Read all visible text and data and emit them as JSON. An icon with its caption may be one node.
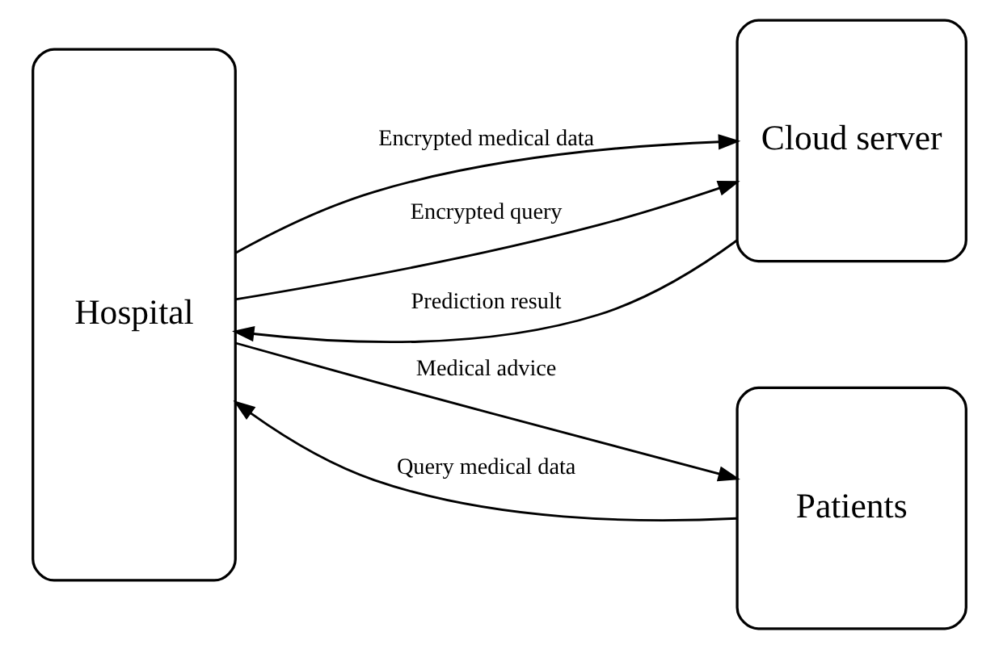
{
  "diagram": {
    "nodes": [
      {
        "text": [
          "Hospital"
        ]
      },
      {
        "text": [
          "Cloud server"
        ]
      },
      {
        "text": [
          "Patients"
        ]
      }
    ],
    "edges": [
      {
        "from": 0,
        "to": 1,
        "arrow": "to",
        "label": "Encrypted medical data"
      },
      {
        "from": 0,
        "to": 1,
        "arrow": "to",
        "label": "Encrypted query"
      },
      {
        "from": 1,
        "to": 0,
        "arrow": "to",
        "label": "Prediction result"
      },
      {
        "from": 0,
        "to": 2,
        "arrow": "to",
        "label": "Medical advice"
      },
      {
        "from": 2,
        "to": 0,
        "arrow": "to",
        "label": "Query medical data"
      }
    ]
  }
}
